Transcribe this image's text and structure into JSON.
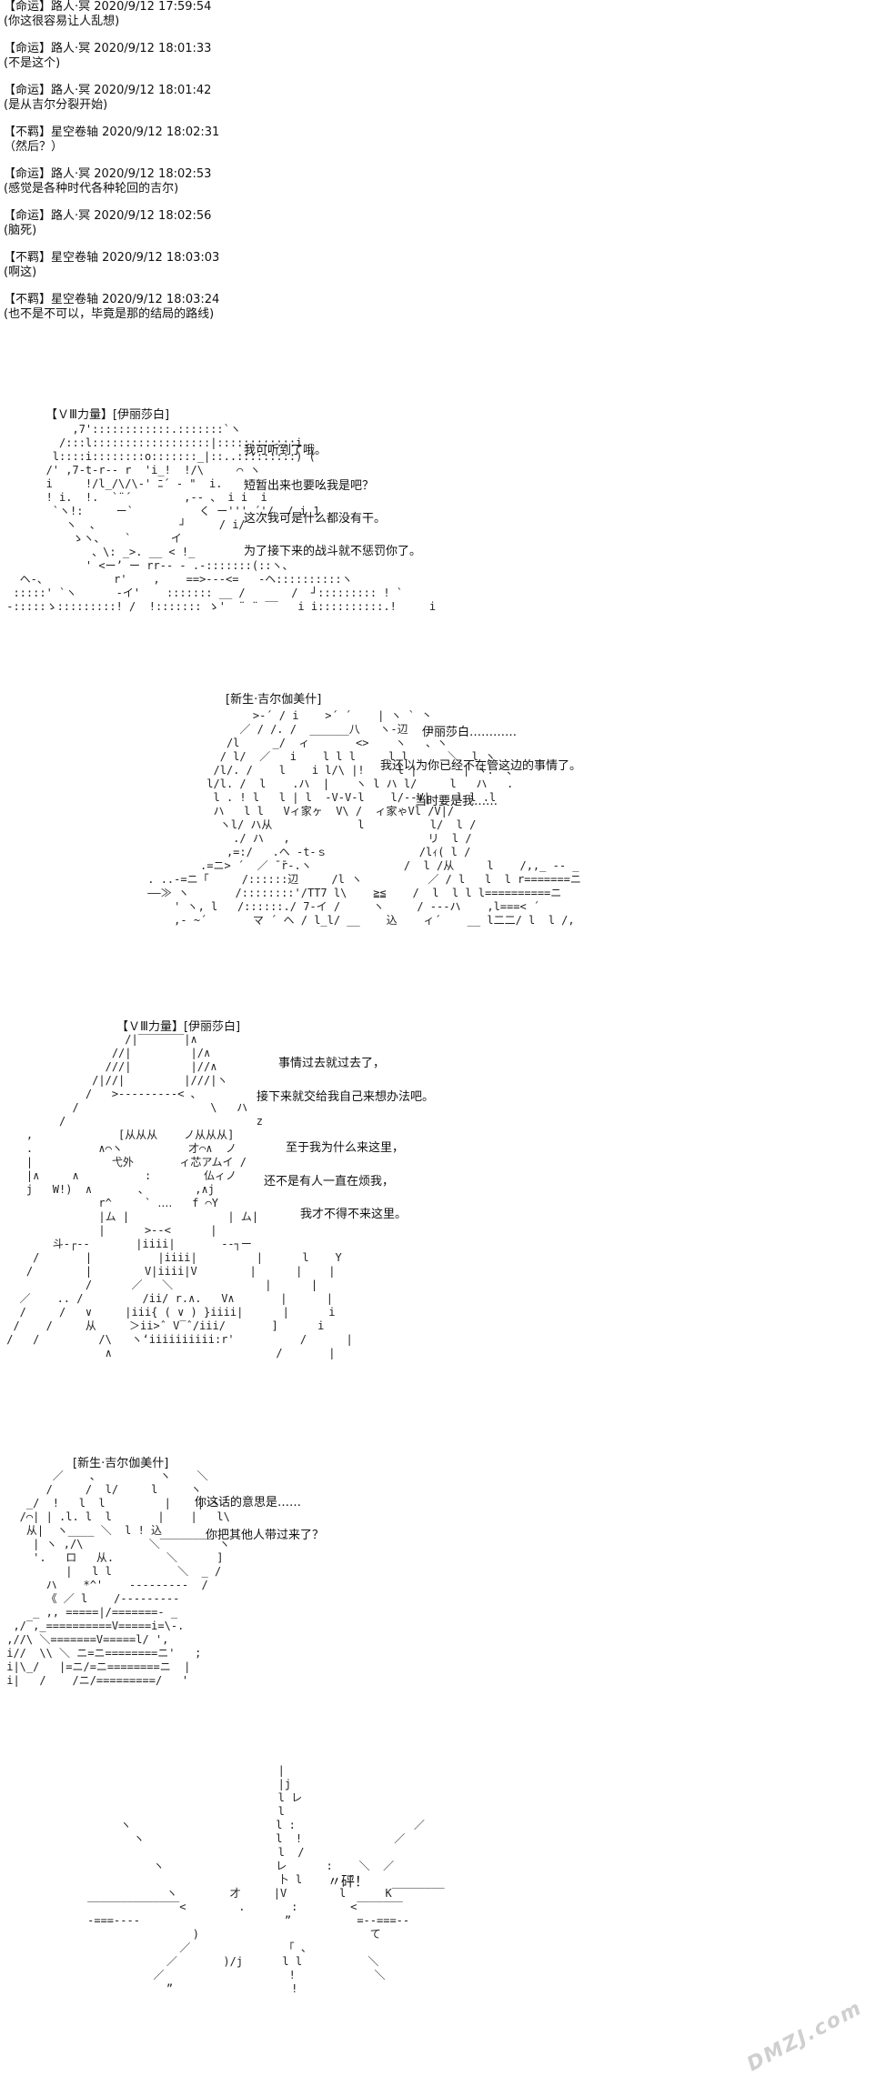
{
  "chat": [
    {
      "header": "【命运】路人·冥 2020/9/12 17:59:54",
      "text": "(你这很容易让人乱想)"
    },
    {
      "header": "【命运】路人·冥 2020/9/12 18:01:33",
      "text": "(不是这个)"
    },
    {
      "header": "【命运】路人·冥 2020/9/12 18:01:42",
      "text": "(是从吉尔分裂开始)"
    },
    {
      "header": "【不羁】星空卷轴 2020/9/12 18:02:31",
      "text": "（然后？）"
    },
    {
      "header": "【命运】路人·冥 2020/9/12 18:02:53",
      "text": "(感觉是各种时代各种轮回的吉尔)"
    },
    {
      "header": "【命运】路人·冥 2020/9/12 18:02:56",
      "text": "(脑死)"
    },
    {
      "header": "【不羁】星空卷轴 2020/9/12 18:03:03",
      "text": "(啊这)"
    },
    {
      "header": "【不羁】星空卷轴 2020/9/12 18:03:24",
      "text": "(也不是不可以，毕竟是那的结局的路线)"
    }
  ],
  "panels": {
    "p1": {
      "name": "【ＶⅢ力量】[伊丽莎白]",
      "lines": [
        "我可听到了哦。",
        "短暂出来也要吆我是吧？",
        "这次我可是什么都没有干。",
        "为了接下来的战斗就不惩罚你了。"
      ]
    },
    "p2": {
      "name": "[新生·吉尔伽美什]",
      "lines": [
        "伊丽莎白…………",
        "我还以为你已经不在管这边的事情了。",
        "当时要是我……"
      ]
    },
    "p3": {
      "name": "【ＶⅢ力量】[伊丽莎白]",
      "lines": [
        "事情过去就过去了，",
        "接下来就交给我自己来想办法吧。",
        "至于我为什么来这里，",
        "还不是有人一直在烦我，",
        "我才不得不来这里。"
      ]
    },
    "p4": {
      "name": "[新生·吉尔伽美什]",
      "lines": [
        "你这话的意思是……",
        "你把其他人带过来了？"
      ]
    },
    "p5": {
      "sfx": "〃砰！"
    }
  },
  "watermark": "DMZJ.com"
}
